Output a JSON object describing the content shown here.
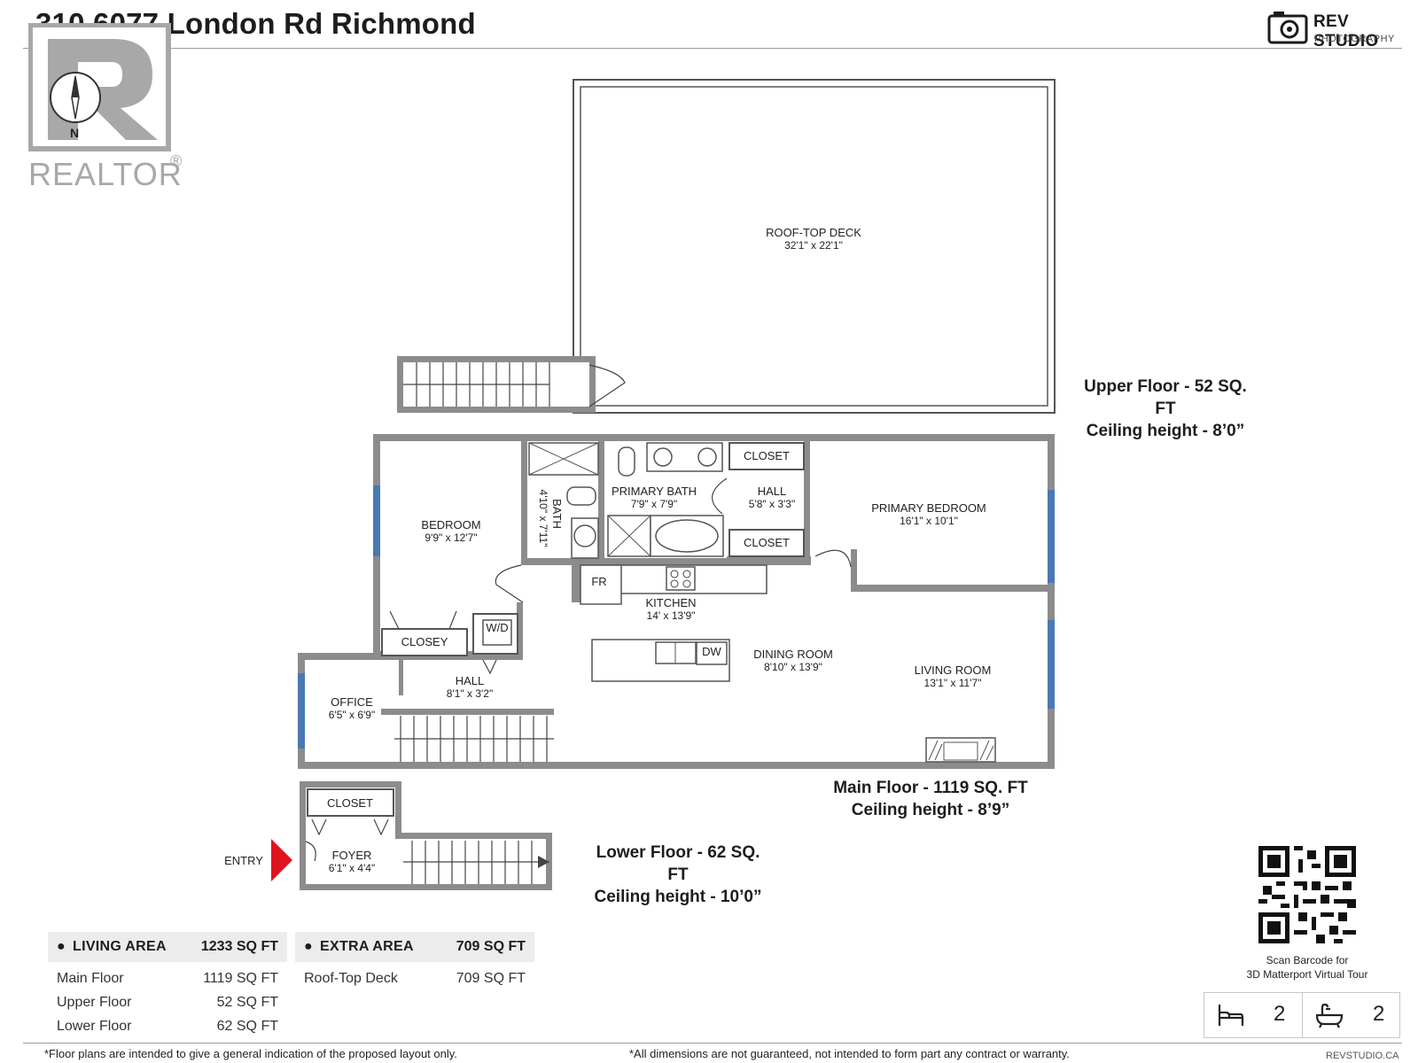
{
  "header": {
    "title": "310 6077 London Rd Richmond",
    "brand_name": "REV STUDIO",
    "brand_sub": "PHOTOGRAPHY",
    "realtor_mark": "REALTOR",
    "registered": "®",
    "compass_letter": "N"
  },
  "plan": {
    "entry_label": "ENTRY",
    "rooms": [
      {
        "name": "ROOF-TOP DECK",
        "dims": "32'1\" x 22'1\""
      },
      {
        "name": "BEDROOM",
        "dims": "9'9\" x 12'7\""
      },
      {
        "name": "BATH",
        "dims": "4'10\" x 7'11\""
      },
      {
        "name": "PRIMARY BATH",
        "dims": "7'9\" x 7'9\""
      },
      {
        "name": "HALL",
        "dims": "5'8\" x 3'3\""
      },
      {
        "name": "PRIMARY BEDROOM",
        "dims": "16'1\" x 10'1\""
      },
      {
        "name": "KITCHEN",
        "dims": "14' x 13'9\""
      },
      {
        "name": "DINING ROOM",
        "dims": "8'10\" x 13'9\""
      },
      {
        "name": "LIVING ROOM",
        "dims": "13'1\" x 11'7\""
      },
      {
        "name": "HALL",
        "dims": "8'1\" x 3'2\""
      },
      {
        "name": "OFFICE",
        "dims": "6'5\" x 6'9\""
      },
      {
        "name": "FOYER",
        "dims": "6'1\" x 4'4\""
      }
    ],
    "fixtures": {
      "closet_top_1": "CLOSET",
      "closet_top_2": "CLOSET",
      "closet_bedroom": "CLOSEY",
      "closet_foyer": "CLOSET",
      "washer_dryer": "W/D",
      "fridge": "FR",
      "dishwasher": "DW"
    }
  },
  "floors": {
    "upper": {
      "line1": "Upper Floor - 52 SQ. FT",
      "line2": "Ceiling height - 8’0”"
    },
    "main": {
      "line1": "Main Floor - 1119 SQ. FT",
      "line2": "Ceiling height - 8’9”"
    },
    "lower": {
      "line1": "Lower Floor - 62 SQ. FT",
      "line2": "Ceiling height - 10’0”"
    }
  },
  "living_area": {
    "label": "LIVING AREA",
    "total": "1233 SQ FT",
    "rows": [
      {
        "label": "Main Floor",
        "value": "1119 SQ FT"
      },
      {
        "label": "Upper Floor",
        "value": "52 SQ FT"
      },
      {
        "label": "Lower Floor",
        "value": "62 SQ FT"
      }
    ]
  },
  "extra_area": {
    "label": "EXTRA AREA",
    "total": "709 SQ FT",
    "rows": [
      {
        "label": "Roof-Top Deck",
        "value": "709 SQ FT"
      }
    ]
  },
  "qr": {
    "caption_1": "Scan Barcode for",
    "caption_2": "3D Matterport Virtual Tour"
  },
  "counts": {
    "bedrooms": "2",
    "bathrooms": "2",
    "bed_icon": "bed-icon",
    "bath_icon": "bathtub-icon"
  },
  "footer": {
    "left_note": "*Floor plans are intended to give a general indication of the proposed layout only.",
    "right_note": "*All dimensions are not guaranteed, not intended to form part any contract or warranty.",
    "site": "REVSTUDIO.CA"
  },
  "colors": {
    "wall": "#8c8c8c",
    "window": "#4a78b4",
    "entry_arrow": "#e0141e",
    "table_header": "#ececec"
  }
}
